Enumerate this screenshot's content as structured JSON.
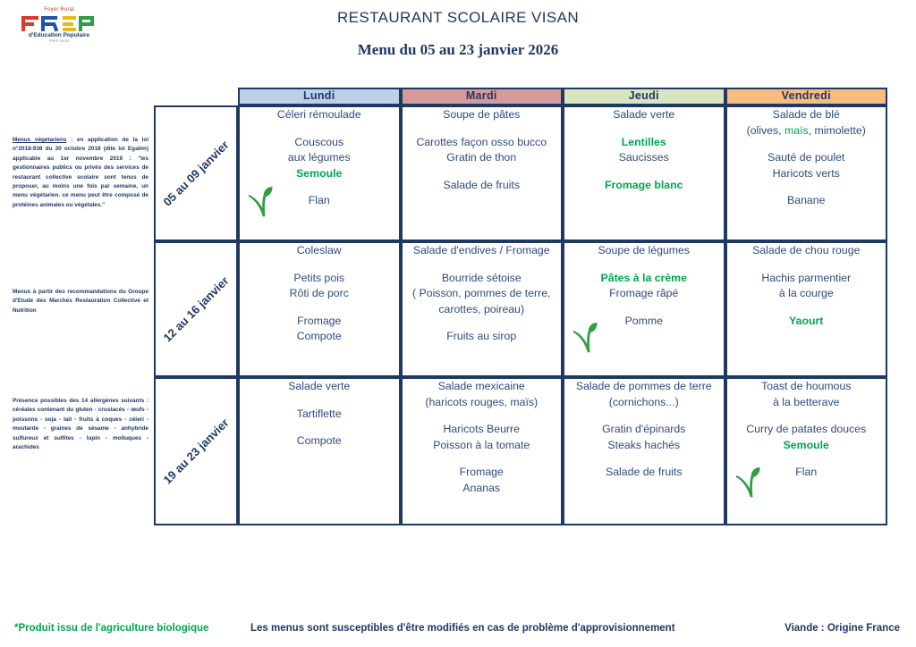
{
  "logo": {
    "top_text": "Foyer Rural",
    "letters": "FREP",
    "bottom_text": "d'Education Populaire",
    "sub_text": "FRFP 04-83"
  },
  "header": {
    "title": "RESTAURANT SCOLAIRE VISAN",
    "subtitle": "Menu du 05 au 23 janvier 2026"
  },
  "side_notes": {
    "vegetarian_label": "Menus végétariens",
    "vegetarian_text": " : en application de la loi n°2018-938 du 30 octobre 2018 (dite loi Egalim) applicable au 1er novembre 2019 : \"les gestionnaires publics ou privés des services de restaurant collective scolaire sont tenus de proposer, au moins une fois par semaine, un menu végétarien. ce menu peut être composé de protéines animales ou végétales.\"",
    "recommendations": "Menus à partir des recommandations du Groupe d'Etude des Marchés Restauration Collective et Nutrition",
    "allergens": "Présence possibles des 14 allergènes suivants : céréales contenant du gluten - crustacés - œufs - poissons - soja - lait - fruits à coques - céleri - moutarde - graines de sésame - anhybride sulfureux et sulfites - lupin - molluques - arachides"
  },
  "table": {
    "days": [
      {
        "label": "Lundi",
        "color": "#bdd0ea"
      },
      {
        "label": "Mardi",
        "color": "#d79a9a"
      },
      {
        "label": "Jeudi",
        "color": "#d9e5bf"
      },
      {
        "label": "Vendredi",
        "color": "#f9bc80"
      }
    ],
    "weeks": [
      {
        "label": "05 au 09 janvier",
        "days": [
          {
            "day": "Lundi",
            "veggie_icon": true,
            "courses": [
              {
                "lines": [
                  {
                    "text": "Céleri rémoulade",
                    "bio": false
                  }
                ]
              },
              {
                "lines": [
                  {
                    "text": "Couscous",
                    "bio": false
                  },
                  {
                    "text": "aux légumes",
                    "bio": false
                  },
                  {
                    "text": "Semoule",
                    "bio": true
                  }
                ]
              },
              {
                "lines": [
                  {
                    "text": "Flan",
                    "bio": false
                  }
                ]
              }
            ]
          },
          {
            "day": "Mardi",
            "veggie_icon": false,
            "courses": [
              {
                "lines": [
                  {
                    "text": "Soupe de pâtes",
                    "bio": false
                  }
                ]
              },
              {
                "lines": [
                  {
                    "text": "Carottes façon osso bucco",
                    "bio": false
                  },
                  {
                    "text": "Gratin de thon",
                    "bio": false
                  }
                ]
              },
              {
                "lines": [
                  {
                    "text": "Salade de fruits",
                    "bio": false
                  }
                ]
              }
            ]
          },
          {
            "day": "Jeudi",
            "veggie_icon": false,
            "courses": [
              {
                "lines": [
                  {
                    "text": "Salade verte",
                    "bio": false
                  }
                ]
              },
              {
                "lines": [
                  {
                    "text": "Lentilles",
                    "bio": true
                  },
                  {
                    "text": "Saucisses",
                    "bio": false
                  }
                ]
              },
              {
                "lines": [
                  {
                    "text": "Fromage blanc",
                    "bio": true
                  }
                ]
              }
            ]
          },
          {
            "day": "Vendredi",
            "veggie_icon": false,
            "courses": [
              {
                "lines": [
                  {
                    "text": "Salade de blé",
                    "bio": false
                  }
                ],
                "mixed": "(olives, maïs, mimolette)"
              },
              {
                "lines": [
                  {
                    "text": "Sauté de poulet",
                    "bio": false
                  },
                  {
                    "text": "Haricots verts",
                    "bio": false
                  }
                ]
              },
              {
                "lines": [
                  {
                    "text": "Banane",
                    "bio": false
                  }
                ]
              }
            ]
          }
        ]
      },
      {
        "label": "12 au 16 janvier",
        "days": [
          {
            "day": "Lundi",
            "veggie_icon": false,
            "courses": [
              {
                "lines": [
                  {
                    "text": "Coleslaw",
                    "bio": false
                  }
                ]
              },
              {
                "lines": [
                  {
                    "text": "Petits pois",
                    "bio": false
                  },
                  {
                    "text": "Rôti de porc",
                    "bio": false
                  }
                ]
              },
              {
                "lines": [
                  {
                    "text": "Fromage",
                    "bio": false
                  },
                  {
                    "text": "Compote",
                    "bio": false
                  }
                ]
              }
            ]
          },
          {
            "day": "Mardi",
            "veggie_icon": false,
            "courses": [
              {
                "lines": [
                  {
                    "text": "Salade d'endives / Fromage",
                    "bio": false
                  }
                ]
              },
              {
                "lines": [
                  {
                    "text": "Bourride sétoise",
                    "bio": false
                  },
                  {
                    "text": "( Poisson, pommes de terre,",
                    "bio": false
                  },
                  {
                    "text": "carottes, poireau)",
                    "bio": false
                  }
                ]
              },
              {
                "lines": [
                  {
                    "text": "Fruits au sirop",
                    "bio": false
                  }
                ]
              }
            ]
          },
          {
            "day": "Jeudi",
            "veggie_icon": true,
            "courses": [
              {
                "lines": [
                  {
                    "text": "Soupe de légumes",
                    "bio": false
                  }
                ]
              },
              {
                "lines": [
                  {
                    "text": "Pâtes à la crème",
                    "bio": true
                  },
                  {
                    "text": "Fromage râpé",
                    "bio": false
                  }
                ]
              },
              {
                "lines": [
                  {
                    "text": "Pomme",
                    "bio": false
                  }
                ]
              }
            ]
          },
          {
            "day": "Vendredi",
            "veggie_icon": false,
            "courses": [
              {
                "lines": [
                  {
                    "text": "Salade de chou rouge",
                    "bio": false
                  }
                ]
              },
              {
                "lines": [
                  {
                    "text": "Hachis parmentier",
                    "bio": false
                  },
                  {
                    "text": "à la courge",
                    "bio": false
                  }
                ]
              },
              {
                "lines": [
                  {
                    "text": "Yaourt",
                    "bio": true
                  }
                ]
              }
            ]
          }
        ]
      },
      {
        "label": "19 au 23 janvier",
        "days": [
          {
            "day": "Lundi",
            "veggie_icon": false,
            "courses": [
              {
                "lines": [
                  {
                    "text": "Salade verte",
                    "bio": false
                  }
                ]
              },
              {
                "lines": [
                  {
                    "text": "Tartiflette",
                    "bio": false
                  }
                ]
              },
              {
                "lines": [
                  {
                    "text": "Compote",
                    "bio": false
                  }
                ]
              }
            ]
          },
          {
            "day": "Mardi",
            "veggie_icon": false,
            "courses": [
              {
                "lines": [
                  {
                    "text": "Salade mexicaine",
                    "bio": false
                  },
                  {
                    "text": "(haricots rouges, maïs)",
                    "bio": false
                  }
                ]
              },
              {
                "lines": [
                  {
                    "text": "Haricots Beurre",
                    "bio": false
                  },
                  {
                    "text": "Poisson à la tomate",
                    "bio": false
                  }
                ]
              },
              {
                "lines": [
                  {
                    "text": "Fromage",
                    "bio": false
                  },
                  {
                    "text": "Ananas",
                    "bio": false
                  }
                ]
              }
            ]
          },
          {
            "day": "Jeudi",
            "veggie_icon": false,
            "courses": [
              {
                "lines": [
                  {
                    "text": "Salade de pommes de terre",
                    "bio": false
                  },
                  {
                    "text": "(cornichons...)",
                    "bio": false
                  }
                ]
              },
              {
                "lines": [
                  {
                    "text": "Gratin d'épinards",
                    "bio": false
                  },
                  {
                    "text": "Steaks hachés",
                    "bio": false
                  }
                ]
              },
              {
                "lines": [
                  {
                    "text": "Salade de fruits",
                    "bio": false
                  }
                ]
              }
            ]
          },
          {
            "day": "Vendredi",
            "veggie_icon": true,
            "courses": [
              {
                "lines": [
                  {
                    "text": "Toast de houmous",
                    "bio": false
                  },
                  {
                    "text": "à la betterave",
                    "bio": false
                  }
                ]
              },
              {
                "lines": [
                  {
                    "text": "Curry de patates douces",
                    "bio": false
                  },
                  {
                    "text": "Semoule",
                    "bio": true
                  }
                ]
              },
              {
                "lines": [
                  {
                    "text": "Flan",
                    "bio": false
                  }
                ]
              }
            ]
          }
        ]
      }
    ]
  },
  "footer": {
    "left": "*Produit issu de l'agriculture biologique",
    "center": "Les menus sont susceptibles d'être modifiés en cas de problème d'approvisionnement",
    "right": "Viande : Origine France"
  },
  "colors": {
    "navy": "#1f3864",
    "text_blue": "#2e4a7d",
    "bio_green": "#00a64f"
  }
}
